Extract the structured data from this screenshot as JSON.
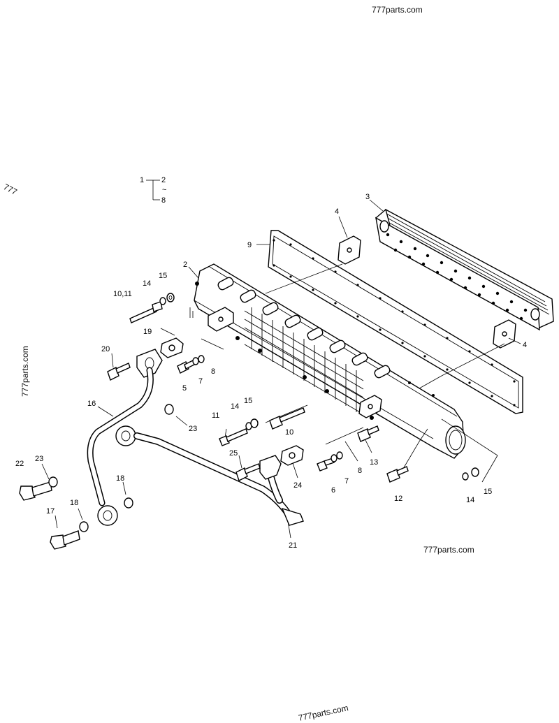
{
  "diagram": {
    "group": {
      "top": "1",
      "range_start": "2",
      "range_sep": "~",
      "range_end": "8"
    },
    "labels": {
      "l2": "2",
      "l3": "3",
      "l4a": "4",
      "l4b": "4",
      "l5": "5",
      "l6": "6",
      "l7a": "7",
      "l7b": "7",
      "l8a": "8",
      "l8b": "8",
      "l9": "9",
      "l10": "10",
      "l10_11": "10,11",
      "l11": "11",
      "l12": "12",
      "l13": "13",
      "l14a": "14",
      "l14b": "14",
      "l14c": "14",
      "l15a": "15",
      "l15b": "15",
      "l15c": "15",
      "l16": "16",
      "l17": "17",
      "l18a": "18",
      "l18b": "18",
      "l19": "19",
      "l20": "20",
      "l21": "21",
      "l22": "22",
      "l23a": "23",
      "l23b": "23",
      "l24": "24",
      "l25": "25"
    },
    "watermarks": {
      "top": "777parts.com",
      "left": "777parts.com",
      "mid": "777parts.com",
      "bottom": "777parts.com",
      "edge_left": "777"
    }
  }
}
